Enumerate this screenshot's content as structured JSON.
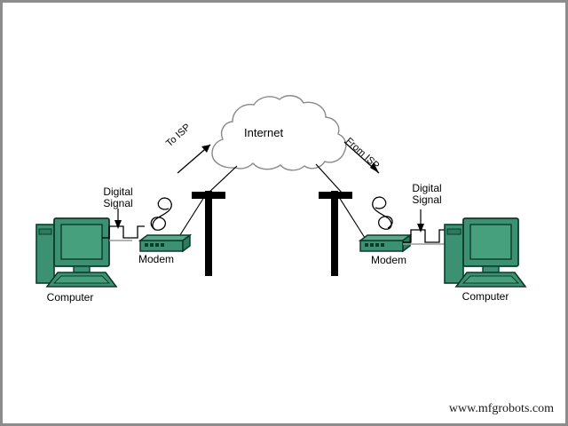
{
  "diagram": {
    "title": "Internet connection via modems and ISP towers",
    "background_color": "#ffffff",
    "border_color": "#8c8c8c",
    "device_fill": "#3b9171",
    "device_fill_dark": "#2d7a5c",
    "device_fill_light": "#5aa98c",
    "device_outline": "#0c3b2a",
    "line_color": "#000000",
    "cloud_outline": "#8a8a8a",
    "tower_color": "#000000"
  },
  "cloud": {
    "label": "Internet"
  },
  "flows": {
    "to_isp": "To ISP",
    "from_isp": "From ISP"
  },
  "left_node": {
    "computer_label": "Computer",
    "modem_label": "Modem",
    "digital_signal_label_line1": "Digital",
    "digital_signal_label_line2": "Signal"
  },
  "right_node": {
    "computer_label": "Computer",
    "modem_label": "Modem",
    "digital_signal_label_line1": "Digital",
    "digital_signal_label_line2": "Signal"
  },
  "watermark": {
    "text": "www.mfgrobots.com"
  }
}
